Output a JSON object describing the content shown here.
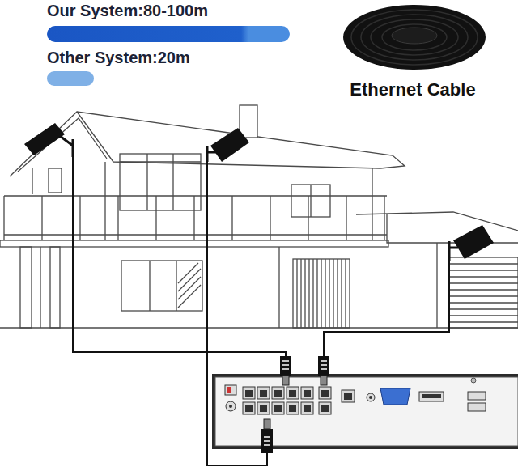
{
  "diagram": {
    "labels": [
      "Our System:80-100m",
      "Other System:20m",
      "Ethernet Cable"
    ]
  }
}
